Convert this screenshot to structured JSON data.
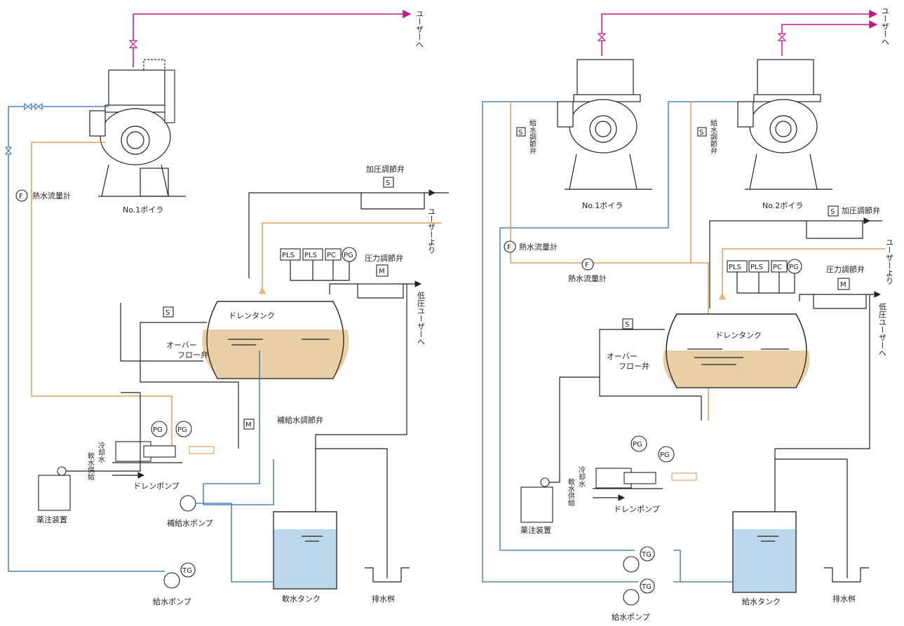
{
  "left": {
    "user_to_label": "ユーザーへ",
    "boiler_label": "No.1ボイラ",
    "hot_water_flow_meter": "熱水流量計",
    "pressurize_valve": "加圧調節弁",
    "user_from_label": "ユーザーより",
    "pressure_valve": "圧力調節弁",
    "low_pressure_user": "低圧ユーザーへ",
    "drain_tank": "ドレンタンク",
    "overflow_valve_1": "オーバー",
    "overflow_valve_2": "フロー弁",
    "makeup_valve": "補給水調節弁",
    "soft_water_supply": "軟水供給",
    "cooling_water": "冷却水",
    "drain_pump": "ドレンポンプ",
    "chem_device": "薬注装置",
    "makeup_pump": "補給水ポンプ",
    "feed_pump": "給水ポンプ",
    "soft_water_tank": "軟水タンク",
    "drain_pit": "排水桝",
    "gauges": [
      "PLS",
      "PLS",
      "PC",
      "PG"
    ]
  },
  "right": {
    "user_to_label": "ユーザーへ",
    "feed_valve_label": "給水調節弁",
    "boiler1_label": "No.1ボイラ",
    "boiler2_label": "No.2ボイラ",
    "pressurize_valve": "加圧調節弁",
    "hot_water_flow_meter": "熱水流量計",
    "user_from_label": "ユーザーより",
    "pressure_valve": "圧力調節弁",
    "low_pressure_user": "低圧ユーザーへ",
    "drain_tank": "ドレンタンク",
    "overflow_valve_1": "オーバー",
    "overflow_valve_2": "フロー弁",
    "soft_water_supply": "軟水供給",
    "cooling_water": "冷却水",
    "drain_pump": "ドレンポンプ",
    "chem_device": "薬注装置",
    "feed_tank": "給水タンク",
    "drain_pit": "排水桝",
    "feed_pump": "給水ポンプ",
    "gauges": [
      "PLS",
      "PLS",
      "PC",
      "PG"
    ]
  },
  "symbols": {
    "flow": "F",
    "solenoid": "S",
    "motor": "M",
    "pressure_gauge": "PG",
    "temp_gauge": "TG"
  },
  "colors": {
    "steam": "#c2188a",
    "water": "#2f6fb0",
    "hot_water": "#d19145",
    "tank_liquid": "#e9cfa6",
    "soft_water": "#bcd6ea"
  }
}
